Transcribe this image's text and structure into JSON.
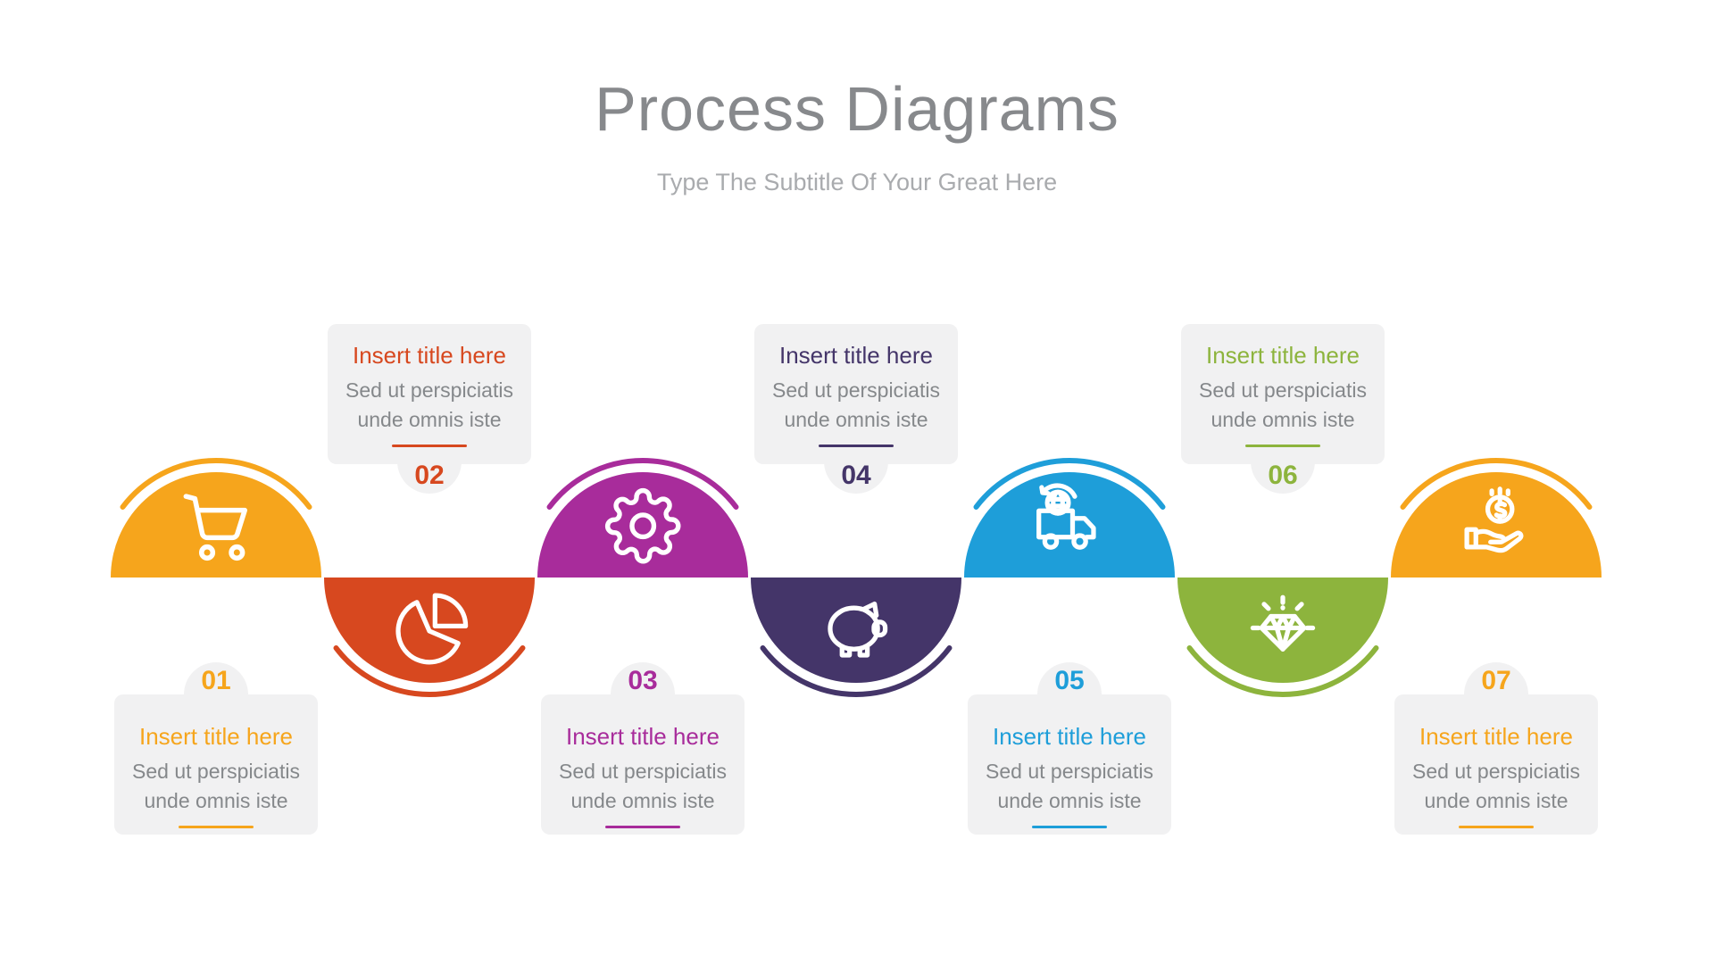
{
  "header": {
    "title": "Process Diagrams",
    "subtitle": "Type The Subtitle Of Your Great Here"
  },
  "steps": [
    {
      "number": "01",
      "title": "Insert title here",
      "body": "Sed ut perspiciatis\nunde omnis iste",
      "color": "#F6A51C",
      "icon": "shopping-cart-icon",
      "direction": "up"
    },
    {
      "number": "02",
      "title": "Insert title here",
      "body": "Sed ut perspiciatis\nunde omnis iste",
      "color": "#D7481F",
      "icon": "pie-chart-icon",
      "direction": "down"
    },
    {
      "number": "03",
      "title": "Insert title here",
      "body": "Sed ut perspiciatis\nunde omnis iste",
      "color": "#A82C9B",
      "icon": "gear-icon",
      "direction": "up"
    },
    {
      "number": "04",
      "title": "Insert title here",
      "body": "Sed ut perspiciatis\nunde omnis iste",
      "color": "#443569",
      "icon": "piggy-bank-icon",
      "direction": "down"
    },
    {
      "number": "05",
      "title": "Insert title here",
      "body": "Sed ut perspiciatis\nunde omnis iste",
      "color": "#1E9ED9",
      "icon": "delivery-truck-globe-icon",
      "direction": "up"
    },
    {
      "number": "06",
      "title": "Insert title here",
      "body": "Sed ut perspiciatis\nunde omnis iste",
      "color": "#8DB43D",
      "icon": "diamond-icon",
      "direction": "down"
    },
    {
      "number": "07",
      "title": "Insert title here",
      "body": "Sed ut perspiciatis\nunde omnis iste",
      "color": "#F6A51C",
      "icon": "hand-coin-icon",
      "direction": "up"
    }
  ],
  "colors": {
    "card_bg": "#F1F1F2",
    "title_gray": "#87898C",
    "subtitle_gray": "#A9ABAE",
    "body_gray": "#85888B",
    "background": "#FFFFFF"
  }
}
